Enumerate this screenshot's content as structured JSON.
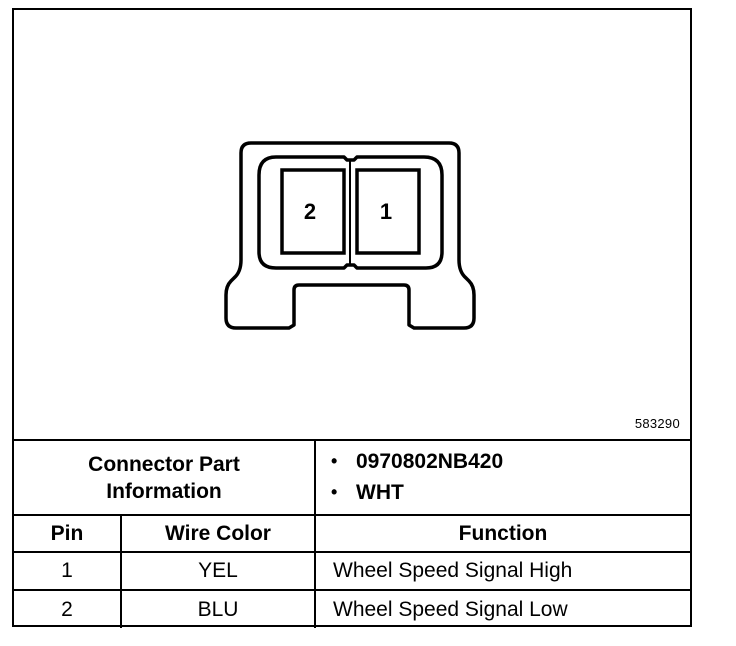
{
  "figure": {
    "number": "583290",
    "connector": {
      "cavities": [
        {
          "pin": "2"
        },
        {
          "pin": "1"
        }
      ]
    }
  },
  "connector_info": {
    "label": "Connector Part Information",
    "label_line1": "Connector Part",
    "label_line2": "Information",
    "part_items": [
      "0970802NB420",
      "WHT"
    ]
  },
  "pin_table": {
    "headers": {
      "pin": "Pin",
      "wire_color": "Wire Color",
      "function": "Function"
    },
    "rows": [
      {
        "pin": "1",
        "wire_color": "YEL",
        "function": "Wheel Speed Signal High"
      },
      {
        "pin": "2",
        "wire_color": "BLU",
        "function": "Wheel Speed Signal Low"
      }
    ]
  },
  "colors": {
    "line": "#000000",
    "background": "#ffffff"
  }
}
